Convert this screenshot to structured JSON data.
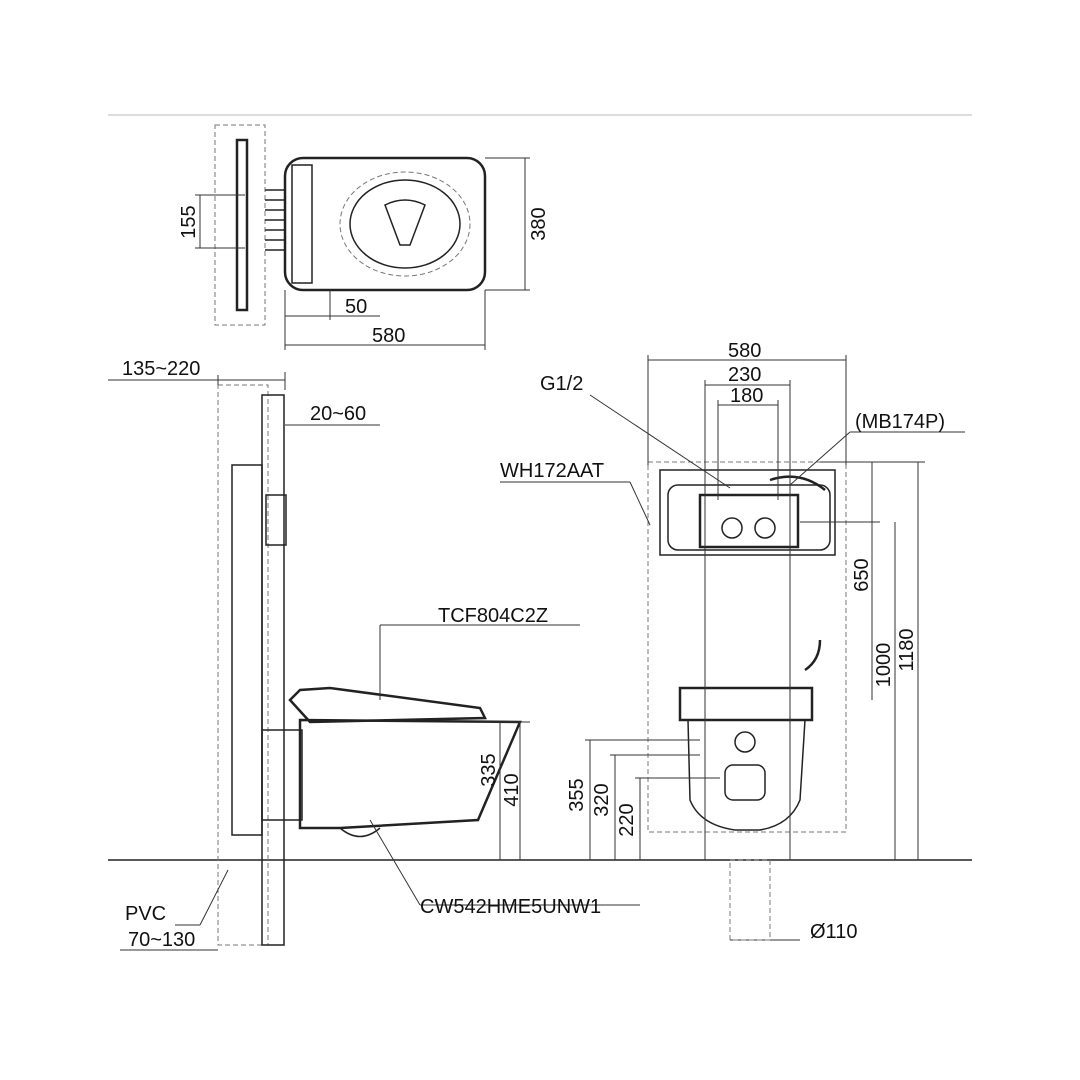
{
  "top_view": {
    "dim_155": "155",
    "dim_380": "380",
    "dim_50": "50",
    "dim_580": "580"
  },
  "side_view": {
    "dim_135_220": "135~220",
    "dim_20_60": "20~60",
    "seat_model": "TCF804C2Z",
    "dim_335": "335",
    "dim_410": "410",
    "pvc": "PVC",
    "dim_70_130": "70~130",
    "bowl_model": "CW542HME5UNW1"
  },
  "front_view": {
    "dim_580": "580",
    "dim_230": "230",
    "dim_180": "180",
    "g12": "G1/2",
    "mb174p": "(MB174P)",
    "frame_model": "WH172AAT",
    "dim_650": "650",
    "dim_1000": "1000",
    "dim_1180": "1180",
    "dim_355": "355",
    "dim_320": "320",
    "dim_220": "220",
    "dia_110": "Ø110"
  }
}
